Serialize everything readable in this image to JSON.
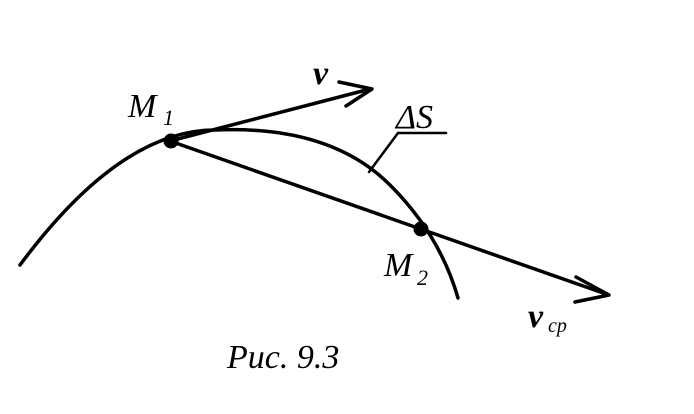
{
  "figure": {
    "labels": {
      "v": "v",
      "m1_main": "M",
      "m1_sub": "1",
      "delta_s": "ΔS",
      "m2_main": "M",
      "m2_sub": "2",
      "vcp_main": "v",
      "vcp_sub": "cp"
    },
    "caption": "Рис. 9.3",
    "colors": {
      "ink": "#000000",
      "background": "#ffffff"
    }
  }
}
